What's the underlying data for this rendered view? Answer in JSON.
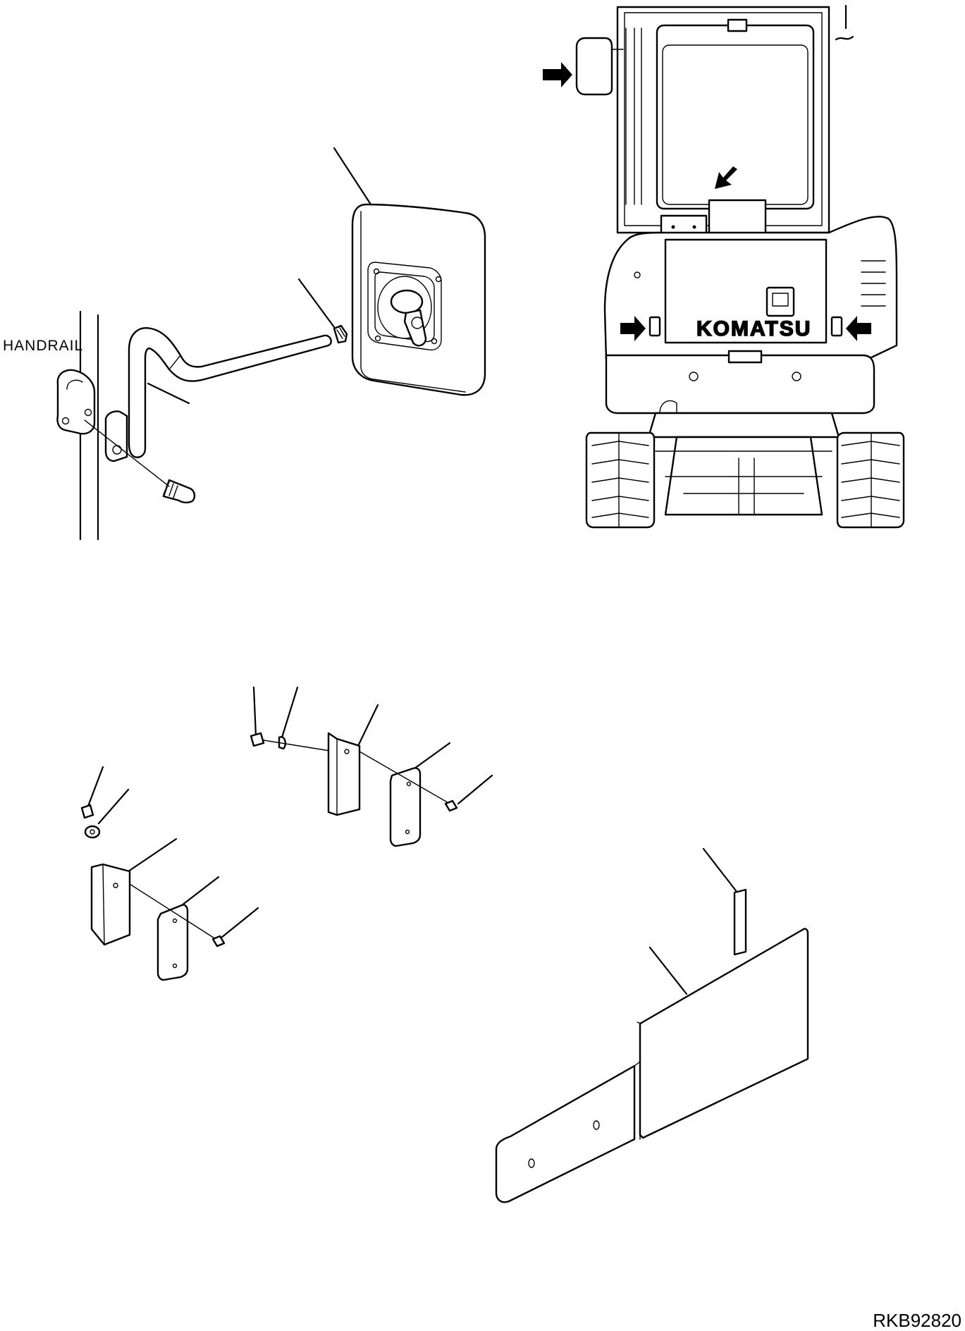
{
  "labels": {
    "handrail": "HANDRAIL",
    "brand": "KOMATSU",
    "drawing_number": "RKB92820"
  },
  "icons": [
    "arrow-icon"
  ],
  "colors": {
    "line": "#000000",
    "background": "#ffffff"
  }
}
